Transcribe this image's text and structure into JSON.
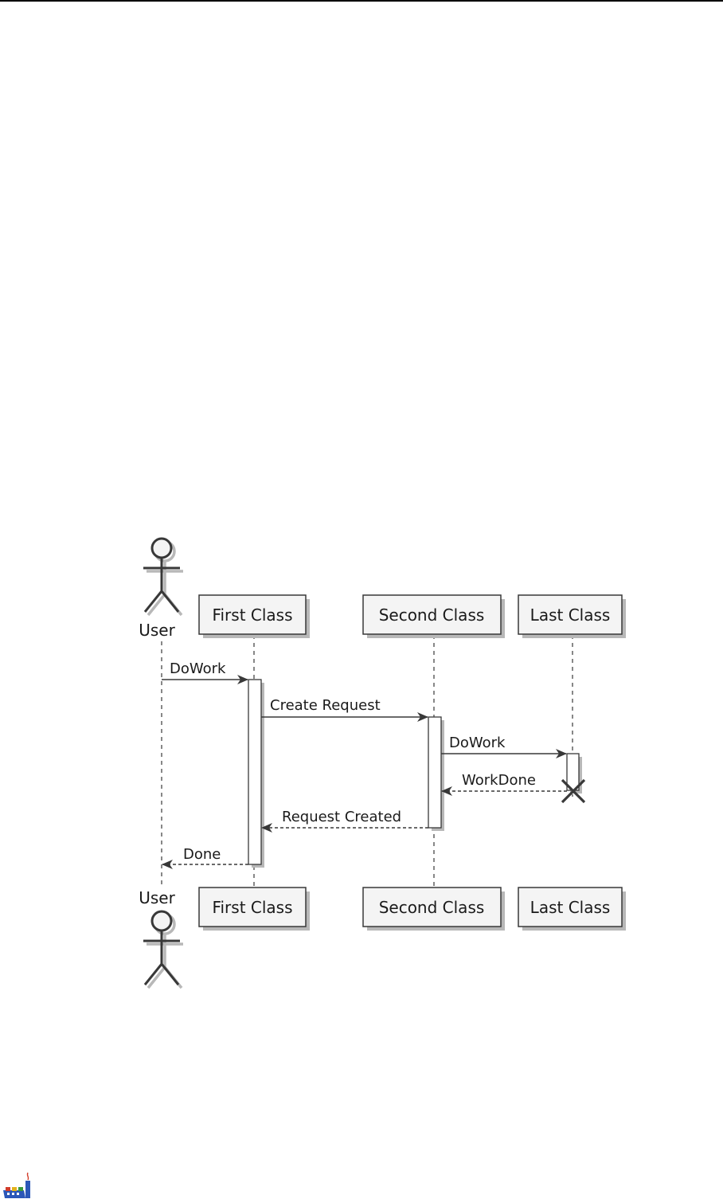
{
  "diagram": {
    "type": "sequence",
    "participants": [
      {
        "id": "user",
        "label": "User",
        "kind": "actor"
      },
      {
        "id": "first",
        "label": "First Class",
        "kind": "participant"
      },
      {
        "id": "second",
        "label": "Second Class",
        "kind": "participant"
      },
      {
        "id": "last",
        "label": "Last Class",
        "kind": "participant"
      }
    ],
    "messages": [
      {
        "from": "user",
        "to": "first",
        "label": "DoWork",
        "style": "solid"
      },
      {
        "from": "first",
        "to": "second",
        "label": "Create Request",
        "style": "solid"
      },
      {
        "from": "second",
        "to": "last",
        "label": "DoWork",
        "style": "solid"
      },
      {
        "from": "last",
        "to": "second",
        "label": "WorkDone",
        "style": "dashed"
      },
      {
        "from": "second",
        "to": "first",
        "label": "Request Created",
        "style": "dashed"
      },
      {
        "from": "first",
        "to": "user",
        "label": "Done",
        "style": "dashed"
      }
    ],
    "destroyed": "last",
    "colors": {
      "line": "#383838",
      "box_fill": "#f4f4f4",
      "box_border": "#383838",
      "shadow": "#b8b8b8",
      "activation_fill": "#ffffff"
    }
  },
  "footer": {
    "logo_icon": "document-logo-icon"
  }
}
